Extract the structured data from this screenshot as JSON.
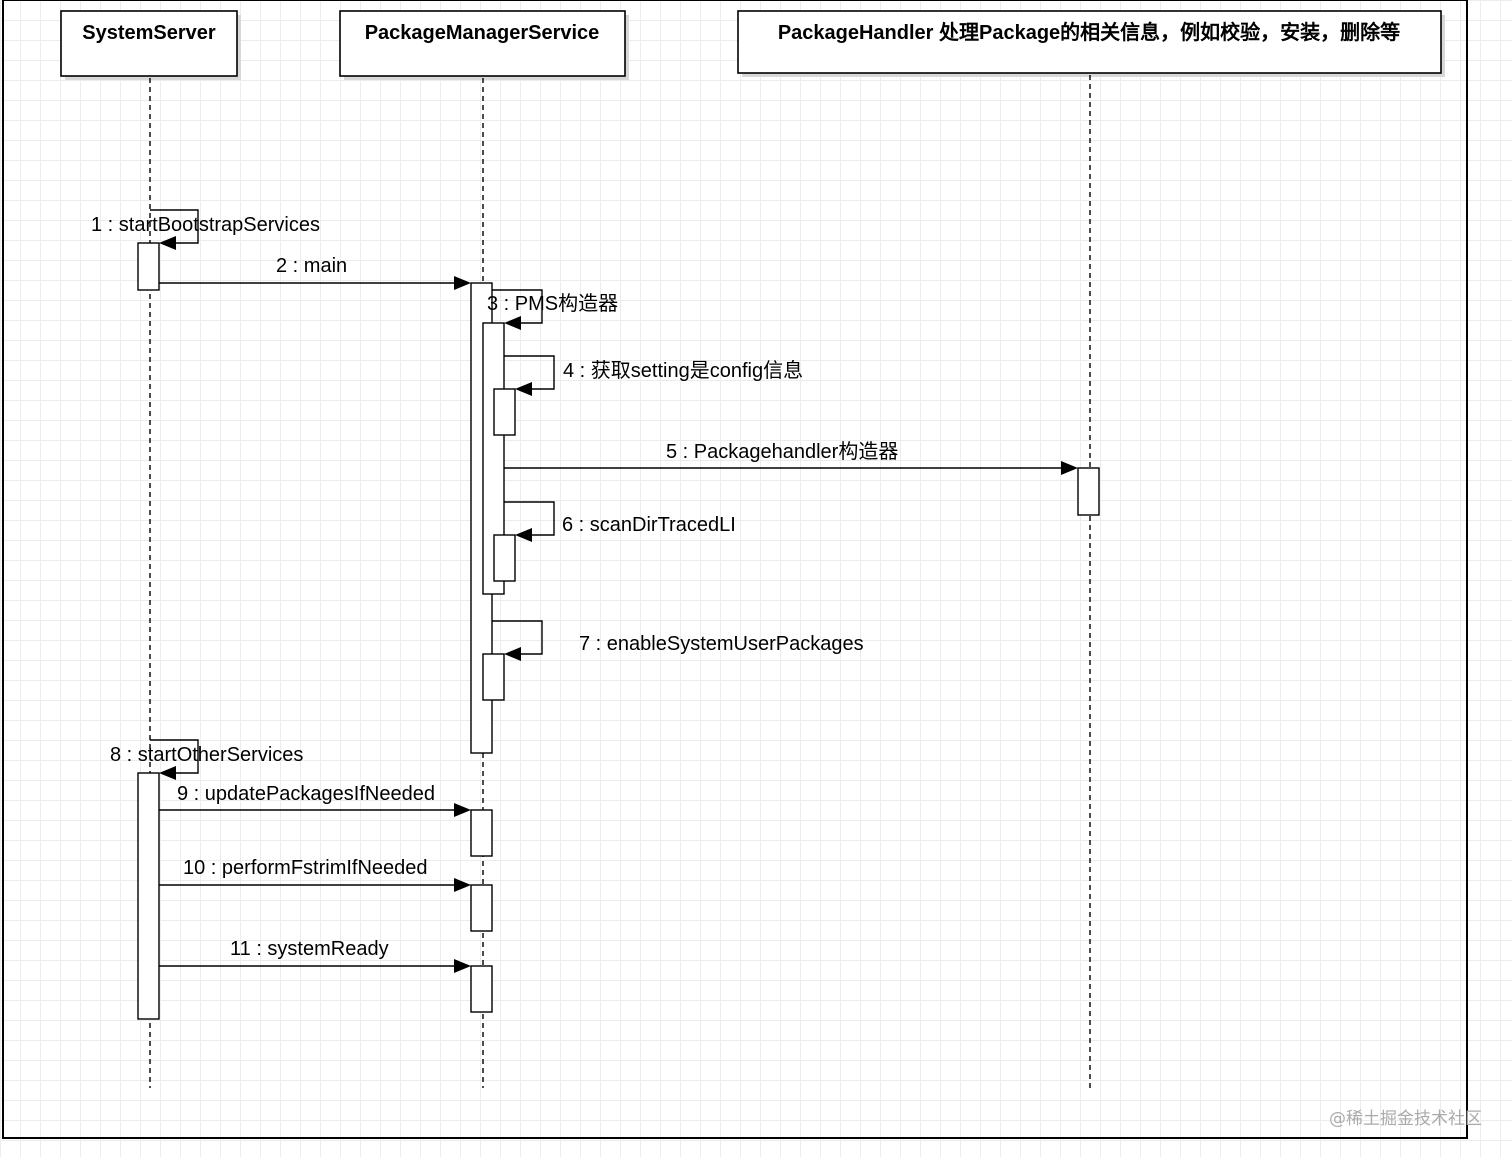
{
  "participants": [
    {
      "id": "system-server",
      "label": "SystemServer"
    },
    {
      "id": "package-manager-service",
      "label": "PackageManagerService"
    },
    {
      "id": "package-handler",
      "label": "PackageHandler 处理Package的相关信息，例如校验，安装，删除等"
    }
  ],
  "messages": [
    {
      "seq": 1,
      "label": "1 : startBootstrapServices",
      "from": "SystemServer",
      "to": "SystemServer",
      "kind": "self"
    },
    {
      "seq": 2,
      "label": "2 : main",
      "from": "SystemServer",
      "to": "PackageManagerService",
      "kind": "sync"
    },
    {
      "seq": 3,
      "label": "3 : PMS构造器",
      "from": "PackageManagerService",
      "to": "PackageManagerService",
      "kind": "self"
    },
    {
      "seq": 4,
      "label": "4 : 获取setting是config信息",
      "from": "PackageManagerService",
      "to": "PackageManagerService",
      "kind": "self"
    },
    {
      "seq": 5,
      "label": "5 : Packagehandler构造器",
      "from": "PackageManagerService",
      "to": "PackageHandler",
      "kind": "sync"
    },
    {
      "seq": 6,
      "label": "6 : scanDirTracedLI",
      "from": "PackageManagerService",
      "to": "PackageManagerService",
      "kind": "self"
    },
    {
      "seq": 7,
      "label": "7 : enableSystemUserPackages",
      "from": "PackageManagerService",
      "to": "PackageManagerService",
      "kind": "self"
    },
    {
      "seq": 8,
      "label": "8 : startOtherServices",
      "from": "SystemServer",
      "to": "SystemServer",
      "kind": "self"
    },
    {
      "seq": 9,
      "label": "9 : updatePackagesIfNeeded",
      "from": "SystemServer",
      "to": "PackageManagerService",
      "kind": "sync"
    },
    {
      "seq": 10,
      "label": "10 : performFstrimIfNeeded",
      "from": "SystemServer",
      "to": "PackageManagerService",
      "kind": "sync"
    },
    {
      "seq": 11,
      "label": "11 : systemReady",
      "from": "SystemServer",
      "to": "PackageManagerService",
      "kind": "sync"
    }
  ],
  "watermark": "@稀土掘金技术社区"
}
